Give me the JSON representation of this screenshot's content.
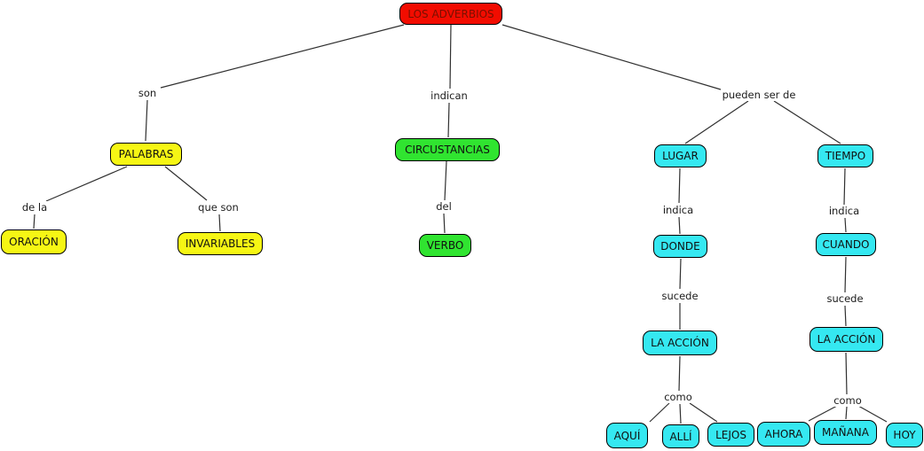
{
  "title": "LOS ADVERBIOS",
  "nodes": {
    "root": "LOS ADVERBIOS",
    "palabras": "PALABRAS",
    "oracion": "ORACIÓN",
    "invariables": "INVARIABLES",
    "circustancias": "CIRCUSTANCIAS",
    "verbo": "VERBO",
    "lugar": "LUGAR",
    "tiempo": "TIEMPO",
    "donde": "DONDE",
    "cuando": "CUANDO",
    "la_accion_lugar": "LA ACCIÓN",
    "la_accion_tiempo": "LA ACCIÓN",
    "aqui": "AQUÍ",
    "alli": "ALLÍ",
    "lejos": "LEJOS",
    "ahora": "AHORA",
    "manana": "MAÑANA",
    "hoy": "HOY"
  },
  "link_labels": {
    "son": "son",
    "indican": "indican",
    "pueden_ser_de": "pueden ser de",
    "de_la": "de la",
    "que_son": "que son",
    "del": "del",
    "indica_lugar": "indica",
    "indica_tiempo": "indica",
    "sucede_lugar": "sucede",
    "sucede_tiempo": "sucede",
    "como_lugar": "como",
    "como_tiempo": "como"
  },
  "colors": {
    "node_red": "#f20c00",
    "node_yellow": "#f6f614",
    "node_green": "#30e430",
    "node_cyan": "#35e8f1",
    "node_border": "#000000",
    "root_text": "#7a1000",
    "node_text": "#101010",
    "label_text": "#1c1c1c",
    "line": "#303030",
    "background": "#ffffff"
  }
}
